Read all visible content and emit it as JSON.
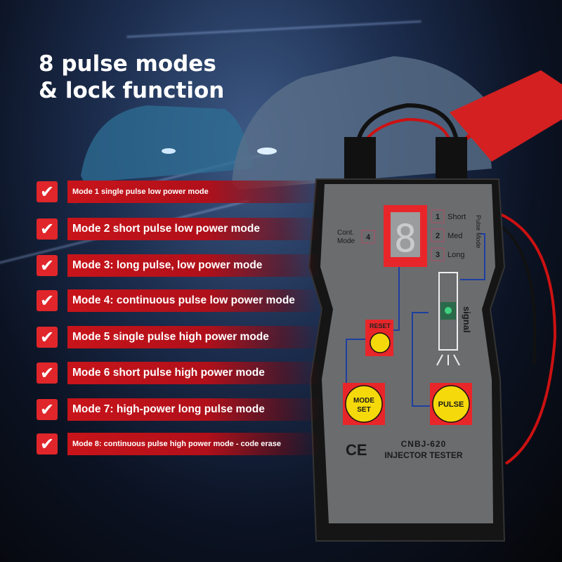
{
  "headline": {
    "line1": "8 pulse modes",
    "line2": "& lock function"
  },
  "features": [
    {
      "text": "Mode 1 single pulse low power mode",
      "size": "sm"
    },
    {
      "text": "Mode 2 short pulse low power mode",
      "size": "lg"
    },
    {
      "text": "Mode 3: long pulse, low power mode",
      "size": "lg"
    },
    {
      "text": "Mode 4: continuous pulse low power mode",
      "size": "lg"
    },
    {
      "text": "Mode 5 single pulse high power mode",
      "size": "lg"
    },
    {
      "text": "Mode 6 short pulse high power mode",
      "size": "lg"
    },
    {
      "text": "Mode 7: high-power long pulse mode",
      "size": "lg"
    },
    {
      "text": "Mode 8: continuous pulse high power mode - code erase",
      "size": "sm"
    }
  ],
  "device": {
    "cont_mode_label": [
      "Cont.",
      "Mode"
    ],
    "cont_mode_number": "4",
    "pulse_modes": [
      {
        "n": "1",
        "label": "Short"
      },
      {
        "n": "2",
        "label": "Med"
      },
      {
        "n": "3",
        "label": "Long"
      }
    ],
    "pulse_mode_label": "Pulse Mode",
    "signal_label": "signal",
    "reset_label": "RESET",
    "mode_set_label": [
      "MODE",
      "SET"
    ],
    "pulse_button_label": "PULSE",
    "ce_mark": "CE",
    "model": "CNBJ-620",
    "product_name": "INJECTOR TESTER"
  },
  "colors": {
    "accent": "#e0262a",
    "button": "#f5d90a",
    "panel": "#6b6c6e",
    "trace": "#1e3fa0"
  }
}
